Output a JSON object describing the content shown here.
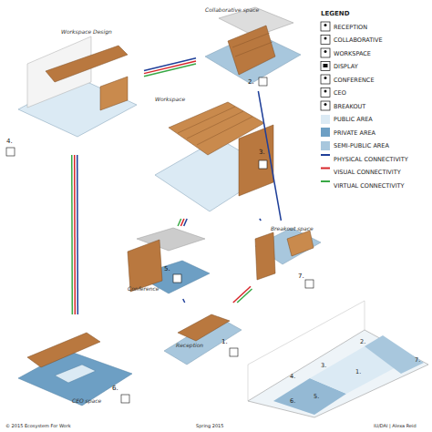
{
  "diagram": {
    "nodes": [
      {
        "text": [
          "Collaborative space",
          "2."
        ]
      },
      {
        "text": [
          "Workspace Design",
          "4."
        ]
      },
      {
        "text": [
          "Workspace",
          "3."
        ]
      },
      {
        "text": [
          "Conference",
          "5."
        ]
      },
      {
        "text": [
          "Breakout space",
          "7."
        ]
      },
      {
        "text": [
          "Reception",
          "1."
        ]
      },
      {
        "text": [
          "CEO space",
          "6."
        ]
      }
    ],
    "edges": [
      {
        "from": 1,
        "to": 0,
        "arrow": "none"
      },
      {
        "from": 1,
        "to": 0,
        "arrow": "none"
      },
      {
        "from": 1,
        "to": 0,
        "arrow": "none"
      },
      {
        "from": 0,
        "to": 4,
        "arrow": "none"
      },
      {
        "from": 1,
        "to": 6,
        "arrow": "none"
      },
      {
        "from": 1,
        "to": 6,
        "arrow": "none"
      },
      {
        "from": 1,
        "to": 6,
        "arrow": "none"
      },
      {
        "from": 2,
        "to": 3,
        "arrow": "none"
      },
      {
        "from": 2,
        "to": 3,
        "arrow": "none"
      },
      {
        "from": 2,
        "to": 3,
        "arrow": "none"
      },
      {
        "from": 3,
        "to": 5,
        "arrow": "none"
      },
      {
        "from": 2,
        "to": 4,
        "arrow": "none"
      },
      {
        "from": 5,
        "to": 4,
        "arrow": "none"
      },
      {
        "from": 5,
        "to": 4,
        "arrow": "none"
      }
    ],
    "labels": [
      "LEGEND",
      "1.",
      "2.",
      "3.",
      "4.",
      "5.",
      "6.",
      "7.",
      "© 2015 Ecosystem For Work",
      "Spring 2015",
      "IU/DAI | Alexa Reid"
    ],
    "legend": [
      {
        "text": "RECEPTION"
      },
      {
        "text": "COLLABORATIVE"
      },
      {
        "text": "WORKSPACE"
      },
      {
        "text": "DISPLAY"
      },
      {
        "text": "CONFERENCE"
      },
      {
        "text": "CEO"
      },
      {
        "text": "BREAKOUT"
      },
      {
        "text": "PUBLIC AREA",
        "color": "#dbeaf4"
      },
      {
        "text": "PRIVATE AREA",
        "color": "#6d9fc4"
      },
      {
        "text": "SEMI-PUBLIC AREA",
        "color": "#a8c7dd"
      },
      {
        "text": "PHYSICAL CONNECTIVITY"
      },
      {
        "text": "VISUAL CONNECTIVITY"
      },
      {
        "text": "VIRTUAL CONNECTIVITY"
      }
    ]
  }
}
